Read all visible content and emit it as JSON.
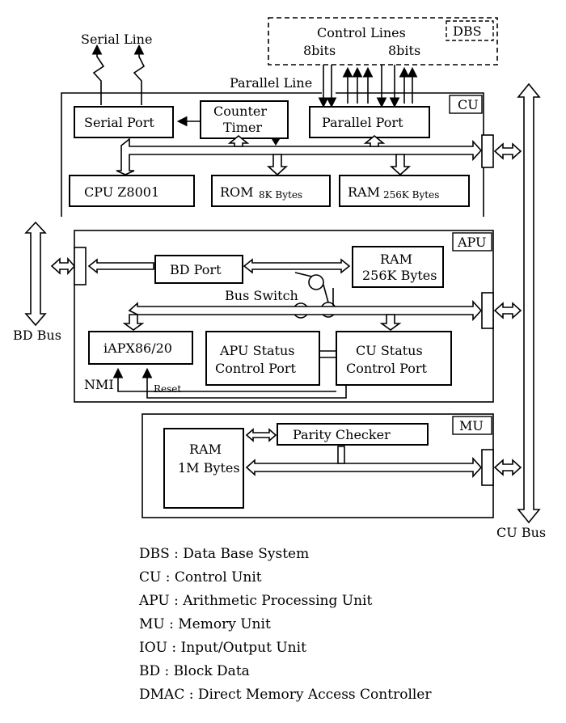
{
  "labels": {
    "serial_line": "Serial Line",
    "control_lines": "Control Lines",
    "bits_left": "8bits",
    "bits_right": "8bits",
    "dbs": "DBS",
    "parallel_line": "Parallel Line",
    "cu": "CU",
    "apu": "APU",
    "mu": "MU",
    "bd_bus": "BD Bus",
    "cu_bus": "CU Bus",
    "bus_switch": "Bus Switch",
    "nmi": "NMI",
    "reset": "Reset"
  },
  "cu_blocks": {
    "serial_port": "Serial Port",
    "counter_timer_1": "Counter",
    "counter_timer_2": "Timer",
    "parallel_port": "Parallel Port",
    "cpu": "CPU   Z8001",
    "rom": "ROM",
    "rom_size": "8K Bytes",
    "ram": "RAM",
    "ram_size": "256K Bytes"
  },
  "apu_blocks": {
    "bd_port": "BD Port",
    "ram": "RAM",
    "ram_size": "256K Bytes",
    "iapx": "iAPX86/20",
    "apu_status_1": "APU Status",
    "apu_status_2": "Control Port",
    "cu_status_1": "CU Status",
    "cu_status_2": "Control Port"
  },
  "mu_blocks": {
    "parity_checker": "Parity Checker",
    "ram": "RAM",
    "ram_size": "1M Bytes"
  },
  "legend": [
    "DBS : Data Base System",
    "CU : Control Unit",
    "APU : Arithmetic Processing Unit",
    "MU : Memory Unit",
    "IOU : Input/Output Unit",
    "BD : Block Data",
    "DMAC : Direct Memory Access Controller"
  ]
}
